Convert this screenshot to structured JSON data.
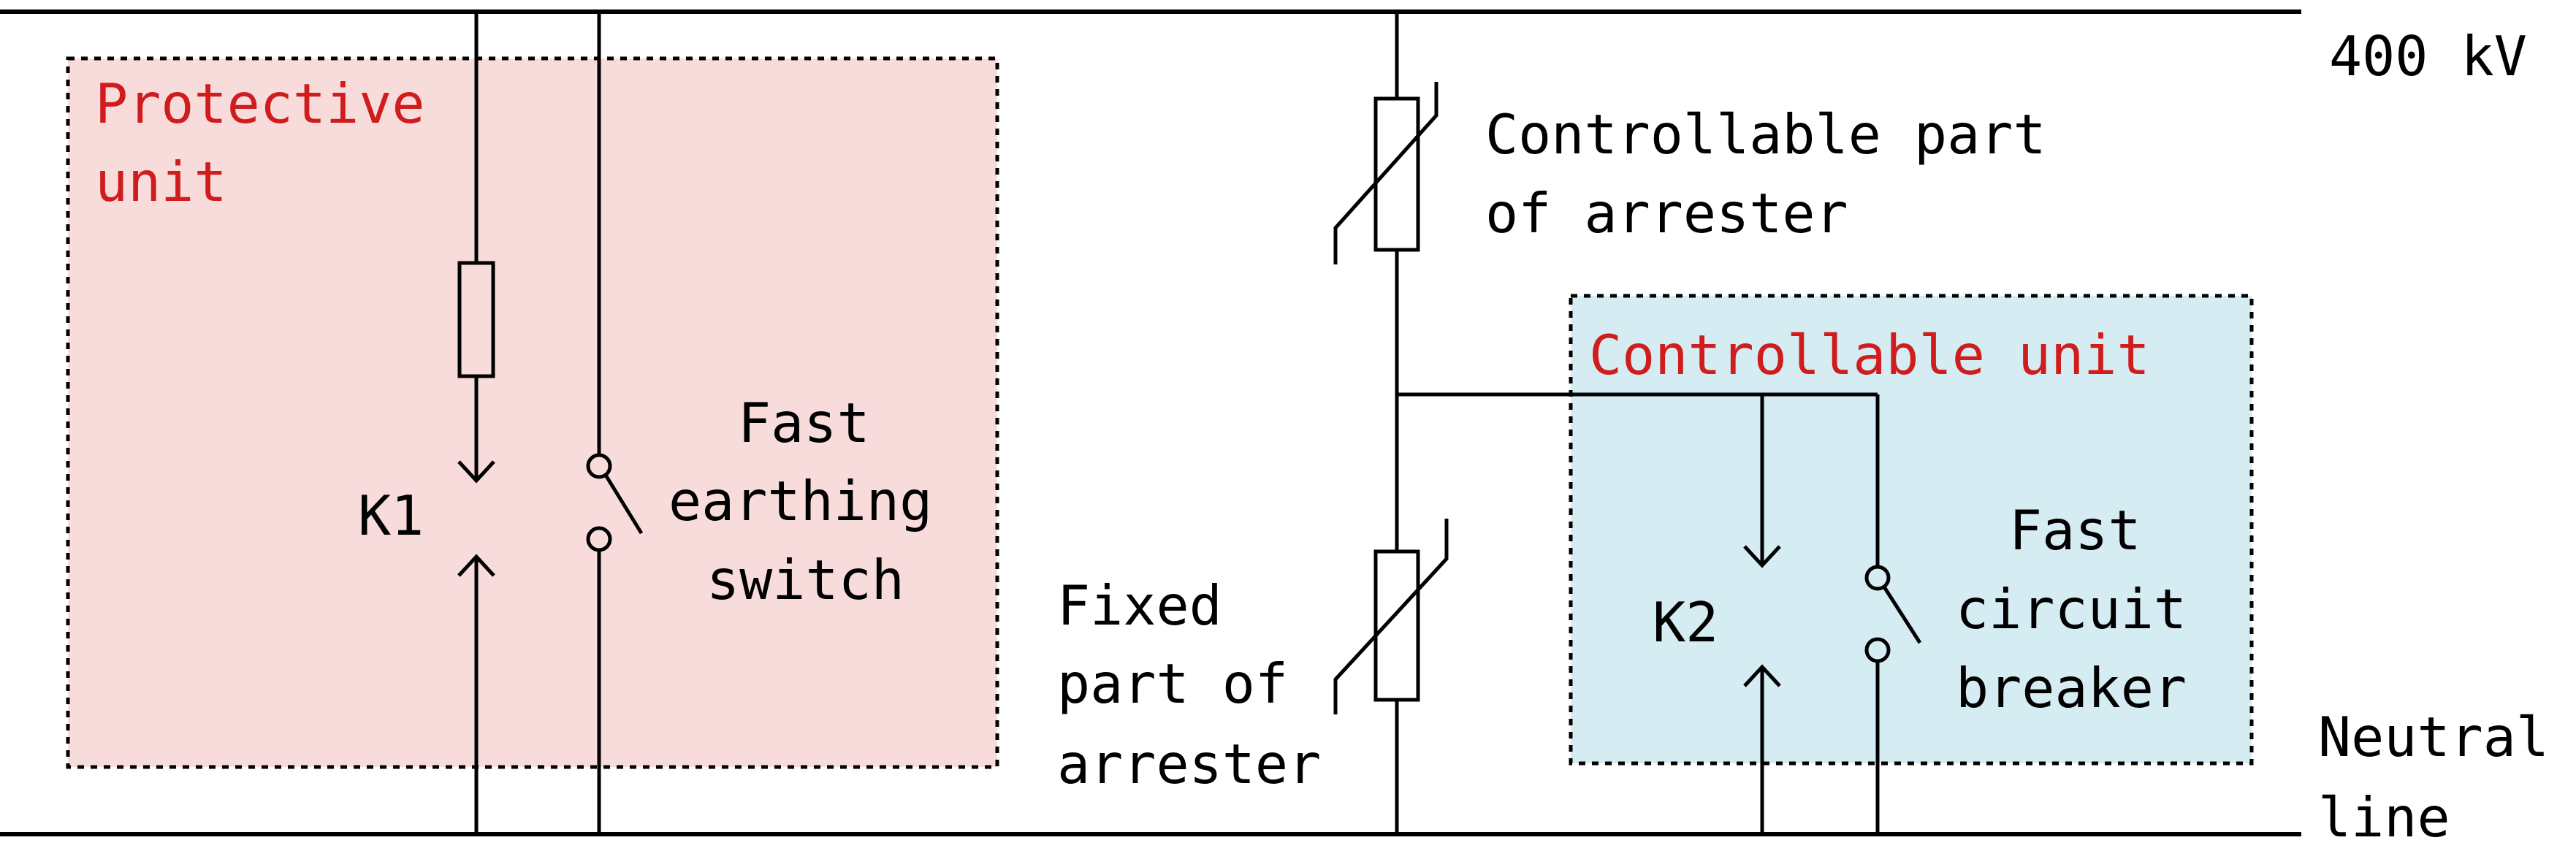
{
  "labels": {
    "voltage": "400 kV",
    "neutral_line_1": "Neutral",
    "neutral_line_2": "line",
    "protective_unit_1": "Protective",
    "protective_unit_2": "unit",
    "k1": "K1",
    "fast_earthing_switch_1": "Fast",
    "fast_earthing_switch_2": "earthing",
    "fast_earthing_switch_3": "switch",
    "controllable_part_1": "Controllable part",
    "controllable_part_2": "of arrester",
    "controllable_unit": "Controllable unit",
    "fixed_part_1": "Fixed",
    "fixed_part_2": "part of",
    "fixed_part_3": "arrester",
    "k2": "K2",
    "fast_circuit_breaker_1": "Fast",
    "fast_circuit_breaker_2": "circuit",
    "fast_circuit_breaker_3": "breaker"
  },
  "colors": {
    "protective_fill": "#f8dcdc",
    "controllable_fill": "#d4ecf2",
    "unit_label": "#d01c1c",
    "line": "#000000"
  }
}
